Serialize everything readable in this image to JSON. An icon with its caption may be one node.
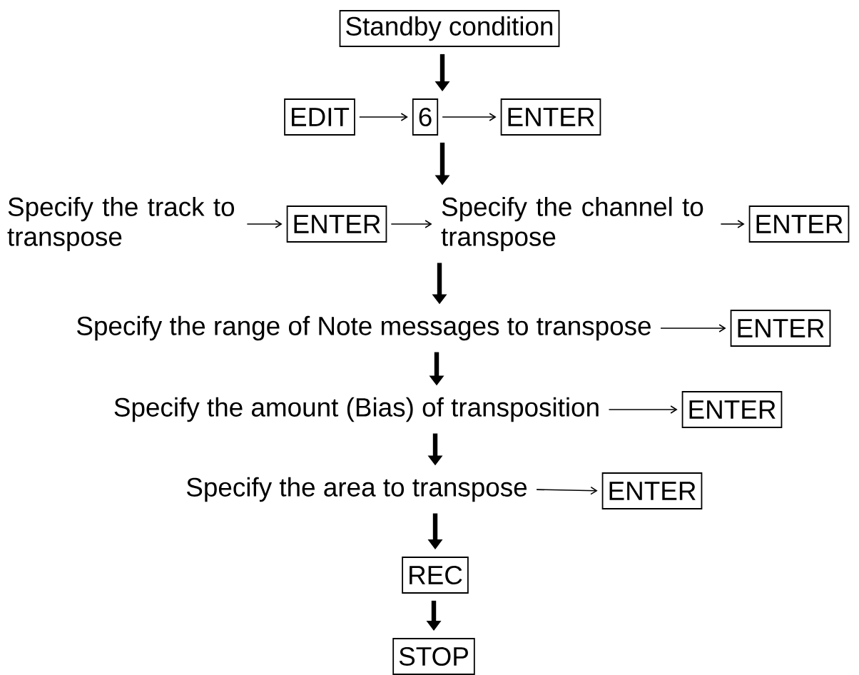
{
  "diagram": {
    "nodes": [
      {
        "text": [
          "Standby condition"
        ]
      },
      {
        "text": [
          "EDIT"
        ]
      },
      {
        "text": [
          "6"
        ]
      },
      {
        "text": [
          "ENTER"
        ]
      },
      {
        "text": [
          "Specify the track to transpose"
        ]
      },
      {
        "text": [
          "ENTER"
        ]
      },
      {
        "text": [
          "Specify the channel to transpose"
        ]
      },
      {
        "text": [
          "ENTER"
        ]
      },
      {
        "text": [
          "Specify the range of Note messages to transpose"
        ]
      },
      {
        "text": [
          "ENTER"
        ]
      },
      {
        "text": [
          "Specify the amount (Bias) of transposition"
        ]
      },
      {
        "text": [
          "ENTER"
        ]
      },
      {
        "text": [
          "Specify the area to transpose"
        ]
      },
      {
        "text": [
          "ENTER"
        ]
      },
      {
        "text": [
          "REC"
        ]
      },
      {
        "text": [
          "STOP"
        ]
      }
    ],
    "edges": [
      {
        "from": 0,
        "to": 2,
        "arrow": "to",
        "style": "thick"
      },
      {
        "from": 1,
        "to": 2,
        "arrow": "to"
      },
      {
        "from": 2,
        "to": 3,
        "arrow": "to"
      },
      {
        "from": 2,
        "to": 6,
        "arrow": "to",
        "style": "thick"
      },
      {
        "from": 4,
        "to": 5,
        "arrow": "to"
      },
      {
        "from": 5,
        "to": 6,
        "arrow": "to"
      },
      {
        "from": 6,
        "to": 7,
        "arrow": "to"
      },
      {
        "from": 6,
        "to": 8,
        "arrow": "to",
        "style": "thick"
      },
      {
        "from": 8,
        "to": 9,
        "arrow": "to"
      },
      {
        "from": 8,
        "to": 10,
        "arrow": "to",
        "style": "thick"
      },
      {
        "from": 10,
        "to": 11,
        "arrow": "to"
      },
      {
        "from": 10,
        "to": 12,
        "arrow": "to",
        "style": "thick"
      },
      {
        "from": 12,
        "to": 13,
        "arrow": "to"
      },
      {
        "from": 12,
        "to": 14,
        "arrow": "to",
        "style": "thick"
      },
      {
        "from": 14,
        "to": 15,
        "arrow": "to",
        "style": "thick"
      }
    ]
  }
}
